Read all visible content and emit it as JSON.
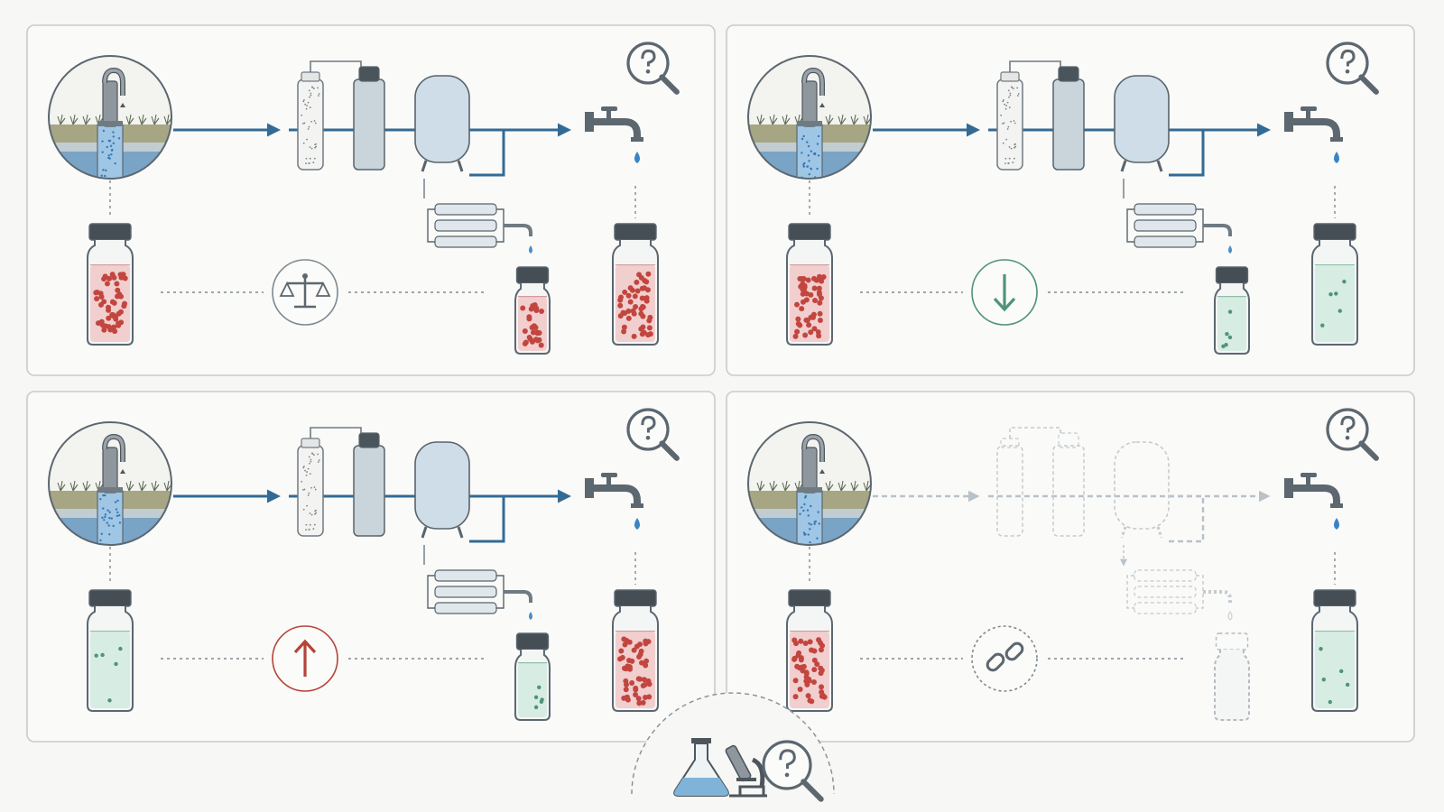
{
  "colors": {
    "background": "#f7f7f5",
    "panel_border": "#c9cccc",
    "pipe": "#336b95",
    "contaminant_dot": "#c2463f",
    "contaminated_liquid": "#f2cfcf",
    "clean_liquid": "#d7ece3",
    "clean_dot": "#4f9478",
    "increase_arrow": "#b5443a",
    "decrease_arrow": "#4f9478",
    "neutral_icon": "#5c6770"
  },
  "panels": [
    {
      "id": "panel-1",
      "treatment_state": "active",
      "source_sample": "contaminated",
      "treated_sample": "contaminated",
      "tap_sample": "contaminated",
      "comparison_icon": "balance-scale-icon"
    },
    {
      "id": "panel-2",
      "treatment_state": "active",
      "source_sample": "contaminated",
      "treated_sample": "clean",
      "tap_sample": "clean",
      "comparison_icon": "down-arrow-icon"
    },
    {
      "id": "panel-3",
      "treatment_state": "active",
      "source_sample": "clean",
      "treated_sample": "clean",
      "tap_sample": "contaminated",
      "comparison_icon": "up-arrow-icon"
    },
    {
      "id": "panel-4",
      "treatment_state": "bypassed",
      "source_sample": "contaminated",
      "treated_sample": "empty",
      "tap_sample": "clean",
      "comparison_icon": "broken-link-icon"
    }
  ],
  "footer_icons": [
    "flask-icon",
    "microscope-icon",
    "magnifier-question-icon"
  ]
}
